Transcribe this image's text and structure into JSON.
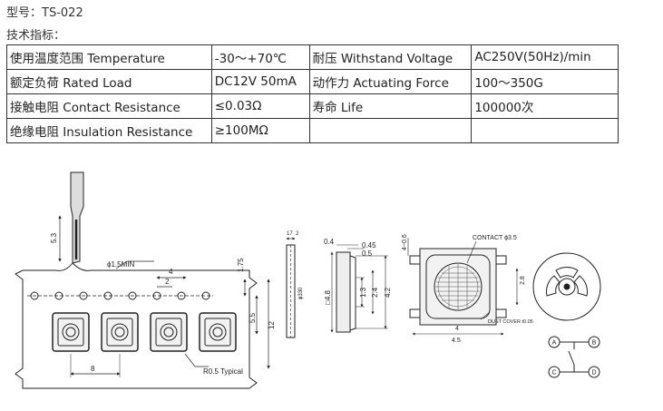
{
  "header": {
    "model_label": "型号：",
    "model_value": "TS-022",
    "spec_label": "技术指标："
  },
  "specs": [
    {
      "label": "使用温度范围 Temperature",
      "value": "-30～+70℃",
      "label2": "耐压 Withstand Voltage",
      "value2": "AC250V(50Hz)/min"
    },
    {
      "label": "额定负荷 Rated Load",
      "value": "DC12V 50mA",
      "label2": "动作力 Actuating Force",
      "value2": "100～350G"
    },
    {
      "label": "接触电阻 Contact Resistance",
      "value": "≤0.03Ω",
      "label2": "寿命 Life",
      "value2": "100000次"
    },
    {
      "label": "绝缘电阻 Insulation Resistance",
      "value": "≥100MΩ",
      "label2": "",
      "value2": ""
    }
  ],
  "drawing": {
    "tape": {
      "dim_5_3": "5.3",
      "hole": "ϕ1.5MIN",
      "dim_4": "4",
      "dim_2": "2",
      "dim_1_75": "1.75",
      "dim_5_5": "5.5",
      "dim_12": "12",
      "dim_8": "8",
      "radius_note": "R0.5 Typical"
    },
    "side": {
      "dim_17": "17",
      "dim_2": "2",
      "dim_330": "ϕ330"
    },
    "profile": {
      "dim_0_4": "0.4",
      "dim_0_45": "0.45",
      "dim_0_5": "0.5",
      "dim_4_8": "□4.8",
      "dim_1_3": "1.3",
      "dim_2_4": "2.4",
      "dim_4_2": "4.2"
    },
    "top": {
      "contact": "CONTACT ϕ3.5",
      "dim_4_0_6": "4~0.6",
      "dim_2_8": "2.8",
      "dust_cover": "DUST COVER t0.05",
      "dim_4": "4",
      "dim_4_5": "4.5"
    },
    "circuit": {
      "a": "A",
      "b": "B",
      "c": "C",
      "d": "D"
    }
  }
}
